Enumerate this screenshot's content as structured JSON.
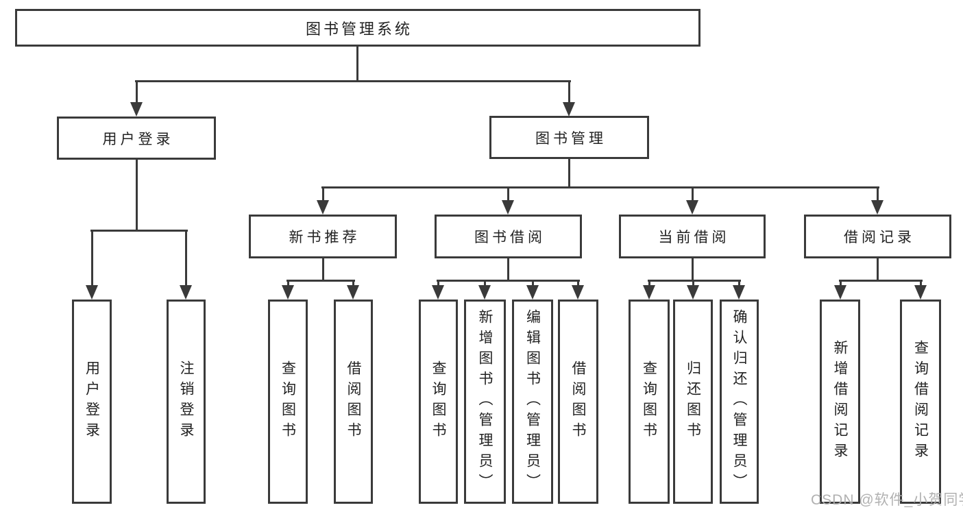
{
  "diagram": {
    "title": "图书管理系统",
    "level2": [
      {
        "id": "user-login",
        "label": "用户登录"
      },
      {
        "id": "book-management",
        "label": "图书管理"
      }
    ],
    "level3": [
      {
        "id": "new-book-recommend",
        "label": "新书推荐",
        "parent": "book-management"
      },
      {
        "id": "book-borrowing",
        "label": "图书借阅",
        "parent": "book-management"
      },
      {
        "id": "current-borrowing",
        "label": "当前借阅",
        "parent": "book-management"
      },
      {
        "id": "borrowing-records",
        "label": "借阅记录",
        "parent": "book-management"
      }
    ],
    "leaves": [
      {
        "id": "user-login-action",
        "label": "用户登录",
        "parent": "user-login"
      },
      {
        "id": "logout-action",
        "label": "注销登录",
        "parent": "user-login"
      },
      {
        "id": "query-books-recommend",
        "label": "查询图书",
        "parent": "new-book-recommend"
      },
      {
        "id": "borrow-books-recommend",
        "label": "借阅图书",
        "parent": "new-book-recommend"
      },
      {
        "id": "query-books-borrowing",
        "label": "查询图书",
        "parent": "book-borrowing"
      },
      {
        "id": "add-books-admin",
        "label": "新增图书（管理员）",
        "parent": "book-borrowing"
      },
      {
        "id": "edit-books-admin",
        "label": "编辑图书（管理员）",
        "parent": "book-borrowing"
      },
      {
        "id": "borrow-books-borrowing",
        "label": "借阅图书",
        "parent": "book-borrowing"
      },
      {
        "id": "query-books-current",
        "label": "查询图书",
        "parent": "current-borrowing"
      },
      {
        "id": "return-books",
        "label": "归还图书",
        "parent": "current-borrowing"
      },
      {
        "id": "confirm-return-admin",
        "label": "确认归还（管理员）",
        "parent": "current-borrowing"
      },
      {
        "id": "add-borrow-record",
        "label": "新增借阅记录",
        "parent": "borrowing-records"
      },
      {
        "id": "query-borrow-record",
        "label": "查询借阅记录",
        "parent": "borrowing-records"
      }
    ]
  },
  "watermark": {
    "text": "CSDN @软件_小贺同学"
  },
  "colors": {
    "line": "#3a3a3a",
    "text": "#222222",
    "background": "#ffffff",
    "watermark": "#adadad"
  }
}
